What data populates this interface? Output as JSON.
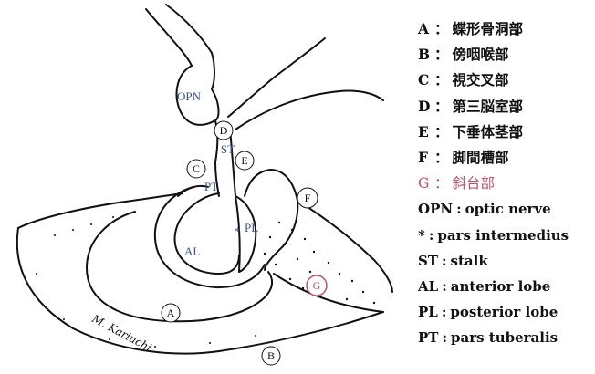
{
  "diagram": {
    "labels": {
      "opn": "OPN",
      "st": "ST",
      "pt": "PT",
      "pl": "PL",
      "al": "AL",
      "star": "*",
      "signature": "M. Kariuchi"
    },
    "circled": {
      "a": "A",
      "b": "B",
      "c": "C",
      "d": "D",
      "e": "E",
      "f": "F",
      "g": "G"
    }
  },
  "legend": [
    {
      "key": "A",
      "sep": "：",
      "text": "蝶形骨洞部"
    },
    {
      "key": "B",
      "sep": "：",
      "text": "傍咽喉部"
    },
    {
      "key": "C",
      "sep": "：",
      "text": "視交叉部"
    },
    {
      "key": "D",
      "sep": "：",
      "text": "第三脳室部"
    },
    {
      "key": "E",
      "sep": "：",
      "text": "下垂体茎部"
    },
    {
      "key": "F",
      "sep": "：",
      "text": "脚間槽部"
    },
    {
      "key": "G",
      "sep": "：",
      "text": "斜台部"
    },
    {
      "key": "OPN",
      "sep": ":",
      "text": "optic nerve"
    },
    {
      "key": "*",
      "sep": ":",
      "text": "pars intermedius"
    },
    {
      "key": "ST",
      "sep": ":",
      "text": "stalk"
    },
    {
      "key": "AL",
      "sep": ":",
      "text": "anterior lobe"
    },
    {
      "key": "PL",
      "sep": ":",
      "text": "posterior lobe"
    },
    {
      "key": "PT",
      "sep": ":",
      "text": "pars tuberalis"
    }
  ],
  "colors": {
    "line": "#111111",
    "label_blue": "#3a4f8c",
    "highlight": "#c0506a"
  }
}
